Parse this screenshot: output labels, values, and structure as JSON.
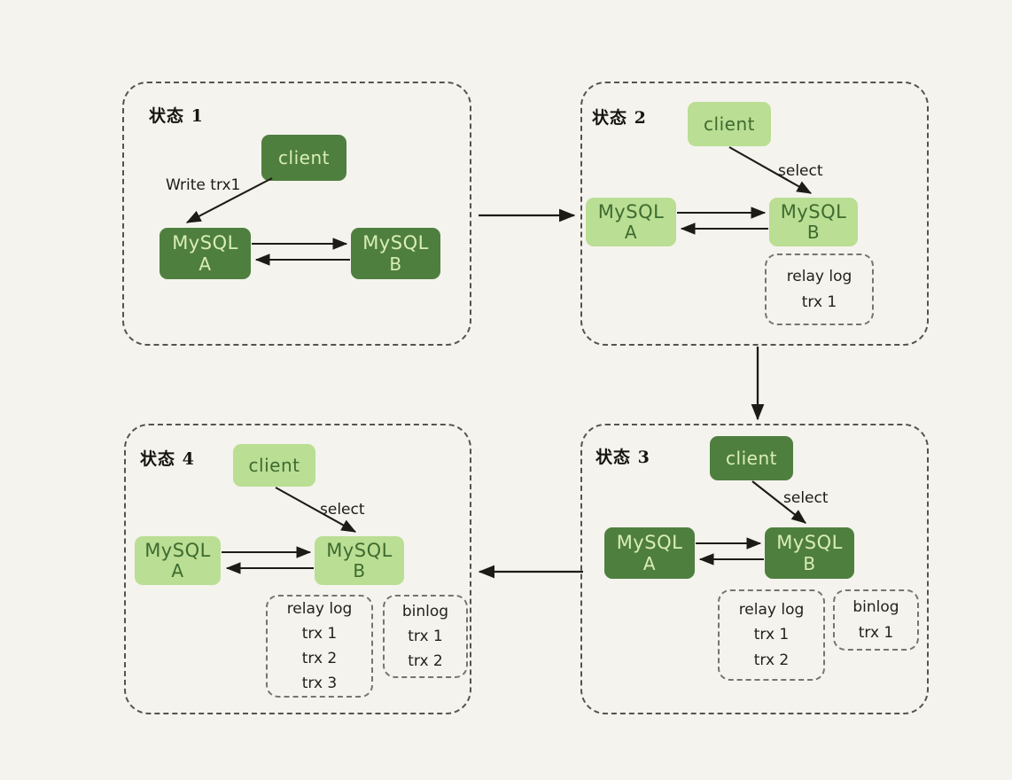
{
  "diagram": {
    "title_hidden": "",
    "background_color": "#f4f3ed",
    "colors": {
      "dark_green": "#4f7f3f",
      "light_green": "#bade93",
      "dark_text_on_light": "#3e6b30",
      "light_text_on_dark": "#d9edb8",
      "panel_border": "#55534e",
      "log_border": "#77746d",
      "arrow": "#1d1b16"
    }
  },
  "panels": [
    {
      "id": "state-1",
      "title": "状态 1",
      "client": {
        "label": "client",
        "style": "dark"
      },
      "mysql_a": {
        "line1": "MySQL",
        "line2": "A",
        "style": "dark"
      },
      "mysql_b": {
        "line1": "MySQL",
        "line2": "B",
        "style": "dark"
      },
      "client_edge_label": "Write trx1",
      "logs": []
    },
    {
      "id": "state-2",
      "title": "状态 2",
      "client": {
        "label": "client",
        "style": "light"
      },
      "mysql_a": {
        "line1": "MySQL",
        "line2": "A",
        "style": "light"
      },
      "mysql_b": {
        "line1": "MySQL",
        "line2": "B",
        "style": "light"
      },
      "client_edge_label": "select",
      "logs": [
        {
          "id": "relay-log",
          "title": "relay log",
          "entries": [
            "trx 1"
          ]
        }
      ]
    },
    {
      "id": "state-3",
      "title": "状态 3",
      "client": {
        "label": "client",
        "style": "dark"
      },
      "mysql_a": {
        "line1": "MySQL",
        "line2": "A",
        "style": "dark"
      },
      "mysql_b": {
        "line1": "MySQL",
        "line2": "B",
        "style": "dark"
      },
      "client_edge_label": "select",
      "logs": [
        {
          "id": "relay-log",
          "title": "relay log",
          "entries": [
            "trx 1",
            "trx 2"
          ]
        },
        {
          "id": "binlog",
          "title": "binlog",
          "entries": [
            "trx 1"
          ]
        }
      ]
    },
    {
      "id": "state-4",
      "title": "状态 4",
      "client": {
        "label": "client",
        "style": "light"
      },
      "mysql_a": {
        "line1": "MySQL",
        "line2": "A",
        "style": "light"
      },
      "mysql_b": {
        "line1": "MySQL",
        "line2": "B",
        "style": "light"
      },
      "client_edge_label": "select",
      "logs": [
        {
          "id": "relay-log",
          "title": "relay log",
          "entries": [
            "trx 1",
            "trx 2",
            "trx 3"
          ]
        },
        {
          "id": "binlog",
          "title": "binlog",
          "entries": [
            "trx 1",
            "trx 2"
          ]
        }
      ]
    }
  ],
  "flow": [
    {
      "from": "state-1",
      "to": "state-2",
      "direction": "right"
    },
    {
      "from": "state-2",
      "to": "state-3",
      "direction": "down"
    },
    {
      "from": "state-3",
      "to": "state-4",
      "direction": "left"
    }
  ]
}
